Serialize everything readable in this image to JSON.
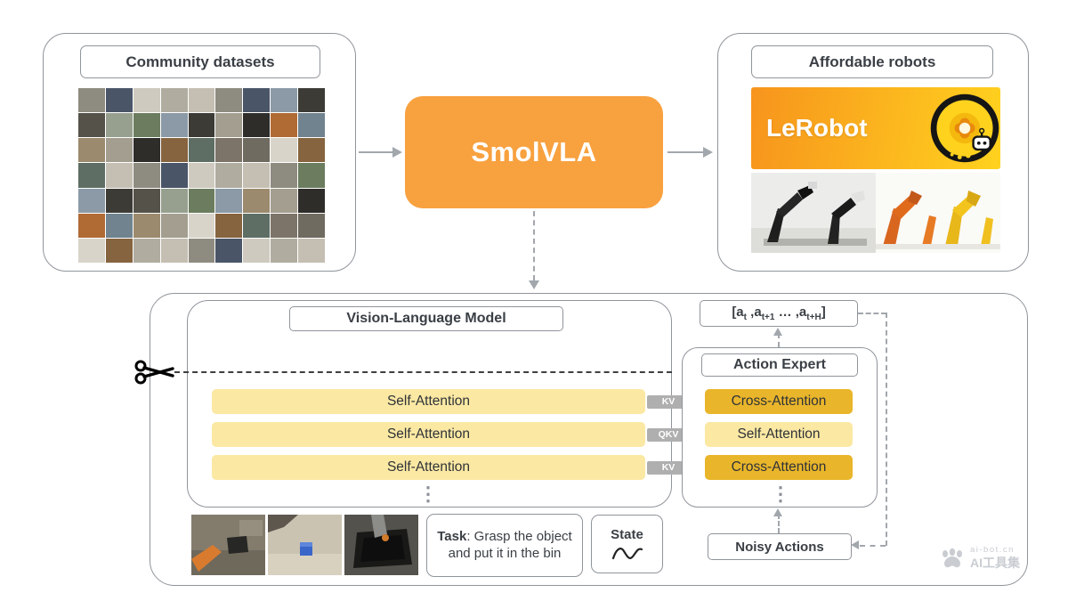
{
  "colors": {
    "accent_orange": "#F8A13F",
    "attention_light": "#FBE8A3",
    "attention_gold": "#E9B52A",
    "outline_gray": "#8F959C",
    "arrow_gray": "#A2A7AD",
    "text_dark": "#3A3F45",
    "watermark_gray": "#C9CDD2",
    "lerobot_start": "#F7941D",
    "lerobot_end": "#FFD21E",
    "cut_line": "#3F3F3F"
  },
  "top_row": {
    "community_datasets": {
      "label": "Community datasets"
    },
    "smolvla": {
      "label": "SmolVLA"
    },
    "affordable_robots": {
      "label": "Affordable robots",
      "lerobot_logo_text": "LeRobot"
    }
  },
  "architecture": {
    "vlm": {
      "label": "Vision-Language Model",
      "layers": [
        "Self-Attention",
        "Self-Attention",
        "Self-Attention"
      ],
      "ellipsis": "⋮"
    },
    "connectors": [
      "KV",
      "QKV",
      "KV"
    ],
    "action_expert": {
      "label": "Action Expert",
      "layers": [
        "Cross-Attention",
        "Self-Attention",
        "Cross-Attention"
      ],
      "ellipsis": "⋮"
    },
    "actions_output": {
      "segments": [
        {
          "text": "[a"
        },
        {
          "sub": "t"
        },
        {
          "text": " ,a"
        },
        {
          "sub": "t+1"
        },
        {
          "text": " … ,a"
        },
        {
          "sub": "t+H"
        },
        {
          "text": "]"
        }
      ]
    },
    "inputs": {
      "task": {
        "label": "Task",
        "text": ": Grasp the object and put it in the bin"
      },
      "state": {
        "label": "State"
      },
      "noisy_actions": {
        "label": "Noisy Actions"
      }
    }
  },
  "watermark": {
    "site": "ai-bot.cn",
    "name": "AI工具集"
  },
  "mosaic_palette": [
    "#8e8b80",
    "#6f6b60",
    "#a49e90",
    "#55524a",
    "#c4bfb2",
    "#7c7468",
    "#9b8a6d",
    "#3c3b36",
    "#b0aca0",
    "#5e6e64",
    "#70838f",
    "#8b9aa6",
    "#cfcabf",
    "#86643f",
    "#b06b35",
    "#6b7d5e",
    "#4a5568",
    "#d8d4ca",
    "#2e2d2a",
    "#97a08f"
  ]
}
